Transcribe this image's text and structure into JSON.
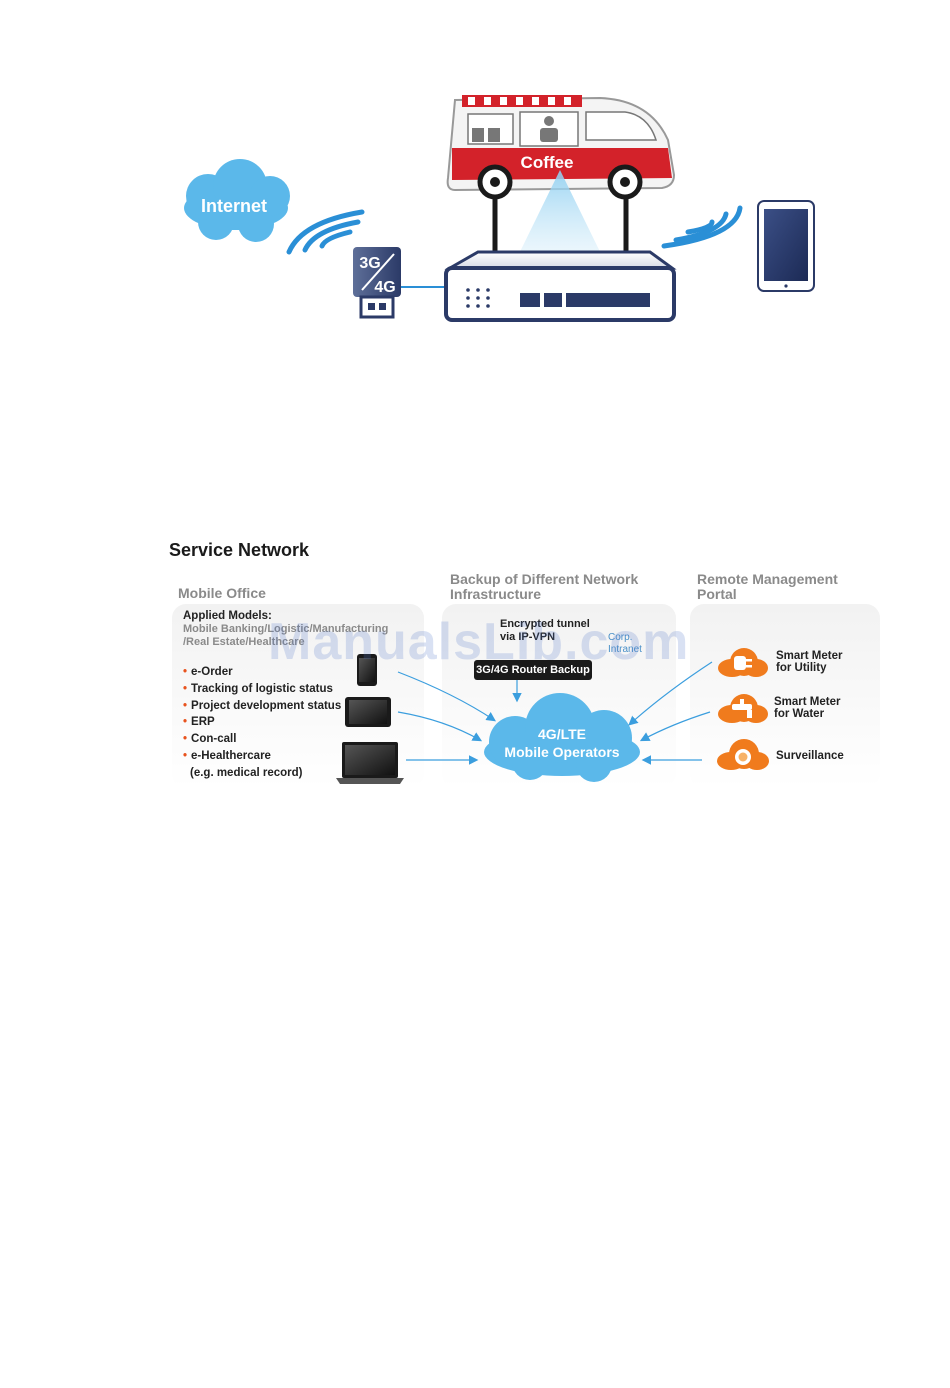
{
  "top_figure": {
    "van_label": "Coffee",
    "cloud_label": "Internet",
    "dongle_top": "3G",
    "dongle_bottom": "4G"
  },
  "service_network": {
    "title": "Service Network",
    "columns": {
      "mobile_office": {
        "title": "Mobile Office",
        "applied_label": "Applied Models:",
        "applied_text": "Mobile Banking/Logistic/Manufacturing /Real Estate/Healthcare",
        "bullets": [
          "e-Order",
          "Tracking of logistic status",
          "Project development status",
          "ERP",
          "Con-call",
          "e-Healthercare"
        ],
        "bullet_note": "(e.g. medical record)"
      },
      "backup": {
        "title_line1": "Backup of Different Network",
        "title_line2": "Infrastructure",
        "tunnel_line1": "Encrypted tunnel",
        "tunnel_line2": "via IP-VPN",
        "corp_line1": "Corp.",
        "corp_line2": "Intranet",
        "backup_box": "3G/4G Router Backup",
        "cloud_line1": "4G/LTE",
        "cloud_line2": "Mobile Operators"
      },
      "remote": {
        "title_line1": "Remote Management",
        "title_line2": "Portal",
        "items": [
          {
            "line1": "Smart Meter",
            "line2": "for Utility",
            "icon": "plug-icon"
          },
          {
            "line1": "Smart Meter",
            "line2": "for Water",
            "icon": "faucet-icon"
          },
          {
            "line1": "Surveillance",
            "line2": "",
            "icon": "camera-icon"
          }
        ]
      }
    }
  },
  "watermark": "ManualsLib.com",
  "colors": {
    "van_red": "#d3222a",
    "cloud_blue": "#5bb8ea",
    "orange": "#f07b1d",
    "router_navy": "#2b3a67"
  }
}
